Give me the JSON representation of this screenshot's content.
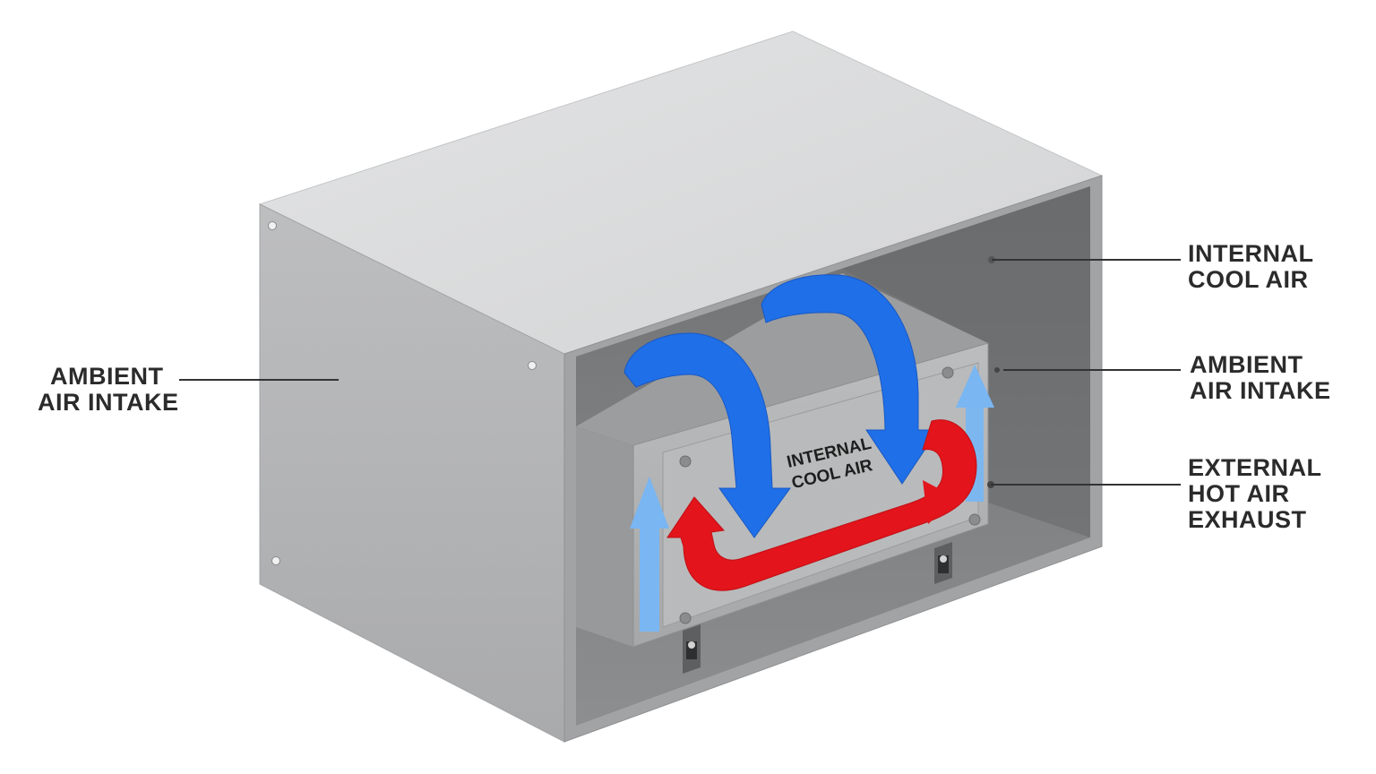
{
  "colors": {
    "cool_air": "#1f6fe8",
    "hot_air": "#e3141b",
    "ambient_air": "#79b6f2",
    "cabinet_light": "#d8d9da",
    "cabinet_side": "#b5b6b8",
    "cabinet_interior": "#7e7f81",
    "label_text": "#2b2b2b"
  },
  "labels": {
    "left_intake": {
      "line1": "AMBIENT",
      "line2": "AIR INTAKE"
    },
    "internal_cool": {
      "line1": "INTERNAL",
      "line2": "COOL AIR"
    },
    "right_intake": {
      "line1": "AMBIENT",
      "line2": "AIR INTAKE"
    },
    "external_exhaust": {
      "line1": "EXTERNAL",
      "line2": "HOT AIR",
      "line3": "EXHAUST"
    },
    "unit_panel": {
      "line1": "INTERNAL",
      "line2": "COOL AIR"
    }
  },
  "icons": {
    "cool_air_arrows": "curved-arrow-down-icon",
    "hot_air_arrow": "u-turn-arrow-icon",
    "ambient_arrows": "arrow-up-icon"
  }
}
